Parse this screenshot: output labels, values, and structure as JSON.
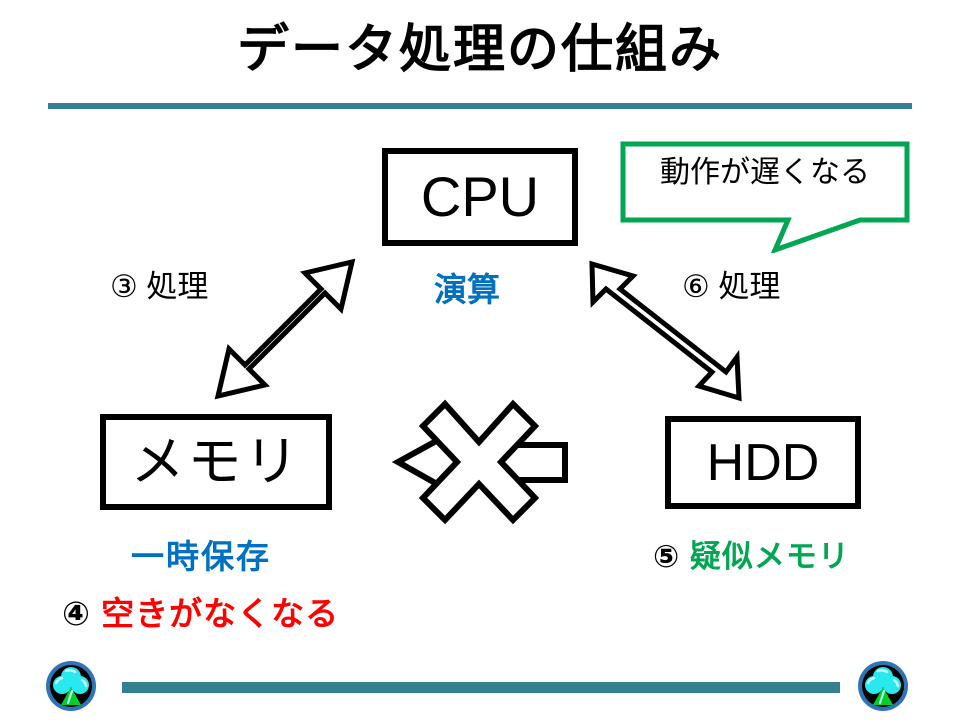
{
  "slide": {
    "title": "データ処理の仕組み",
    "background_color": "#FFFFFF",
    "accent_rule_color": "#34808F"
  },
  "components": {
    "cpu": {
      "label": "CPU"
    },
    "memory": {
      "label": "メモリ"
    },
    "hdd": {
      "label": "HDD"
    }
  },
  "annotations": {
    "step3": {
      "marker": "③",
      "text": "処理",
      "label": "③ 処理",
      "color": "#000000"
    },
    "step6": {
      "marker": "⑥",
      "text": "処理",
      "label": "⑥ 処理",
      "color": "#000000"
    },
    "cpu_role": {
      "text": "演算",
      "color": "#0070C0"
    },
    "memory_role": {
      "text": "一時保存",
      "color": "#0070C0"
    },
    "step4": {
      "marker": "④",
      "text": "空きがなくなる",
      "marker_color": "#000000",
      "text_color": "#FF0000"
    },
    "step5": {
      "marker": "⑤",
      "text": "疑似メモリ",
      "marker_color": "#000000",
      "text_color": "#00A651"
    }
  },
  "callout": {
    "text": "動作が遅くなる",
    "border_color": "#00A651",
    "fill_color": "#FFFFFF",
    "text_color": "#000000"
  },
  "arrows": {
    "cpu_memory": {
      "name": "双方向矢印",
      "style": "double-headed outline",
      "stroke": "#000000",
      "fill": "#FFFFFF"
    },
    "cpu_hdd": {
      "name": "双方向矢印",
      "style": "double-headed outline",
      "stroke": "#000000",
      "fill": "#FFFFFF"
    },
    "memory_hdd_blocked": {
      "name": "遮断された矢印",
      "style": "left arrow crossed out with X",
      "stroke": "#000000",
      "fill": "#FFFFFF"
    }
  },
  "footer": {
    "rule_color": "#34808F",
    "logo": {
      "name": "tree-logo",
      "ring_color": "#2E75B6",
      "disc_color": "#000000",
      "foliage_color": "#28E8F0",
      "trunk_color": "#00D12A"
    }
  }
}
